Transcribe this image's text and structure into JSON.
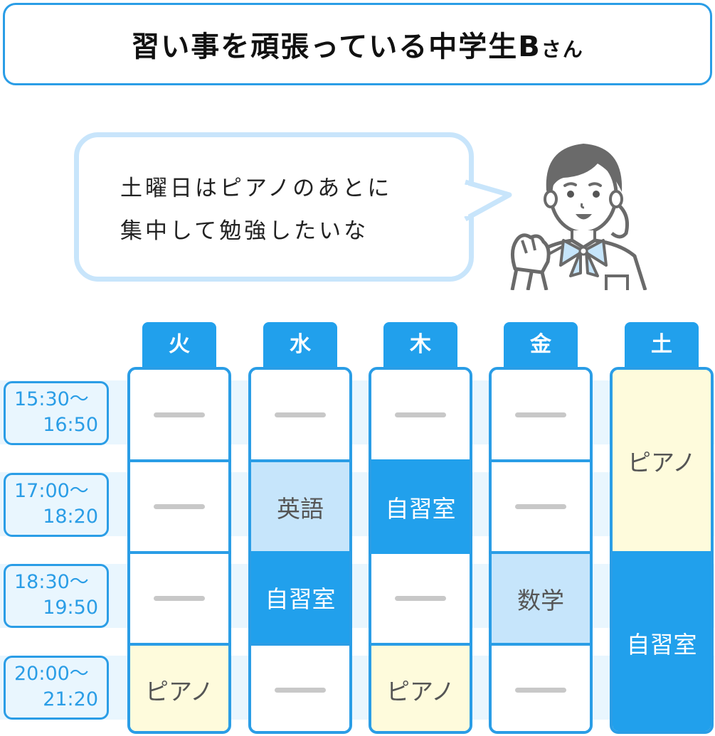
{
  "title": {
    "main": "習い事を頑張っている中学生B",
    "suffix": "さん"
  },
  "speech": {
    "line1": "土曜日はピアノのあとに",
    "line2": "集中して勉強したいな"
  },
  "character": {
    "icon": "student-girl-fist-pump-icon"
  },
  "time_slots": [
    {
      "start": "15:30〜",
      "end": "16:50"
    },
    {
      "start": "17:00〜",
      "end": "18:20"
    },
    {
      "start": "18:30〜",
      "end": "19:50"
    },
    {
      "start": "20:00〜",
      "end": "21:20"
    }
  ],
  "days": [
    {
      "label": "火",
      "cells": [
        {
          "type": "empty",
          "text": ""
        },
        {
          "type": "empty",
          "text": ""
        },
        {
          "type": "empty",
          "text": ""
        },
        {
          "type": "piano",
          "text": "ピアノ"
        }
      ]
    },
    {
      "label": "水",
      "cells": [
        {
          "type": "empty",
          "text": ""
        },
        {
          "type": "subject",
          "text": "英語"
        },
        {
          "type": "study",
          "text": "自習室"
        },
        {
          "type": "empty",
          "text": ""
        }
      ]
    },
    {
      "label": "木",
      "cells": [
        {
          "type": "empty",
          "text": ""
        },
        {
          "type": "study",
          "text": "自習室"
        },
        {
          "type": "empty",
          "text": ""
        },
        {
          "type": "piano",
          "text": "ピアノ"
        }
      ]
    },
    {
      "label": "金",
      "cells": [
        {
          "type": "empty",
          "text": ""
        },
        {
          "type": "empty",
          "text": ""
        },
        {
          "type": "subject",
          "text": "数学"
        },
        {
          "type": "empty",
          "text": ""
        }
      ]
    },
    {
      "label": "土",
      "cells": [
        {
          "type": "piano",
          "text": "ピアノ",
          "span": 2
        },
        {
          "type": "study",
          "text": "自習室",
          "span": 2
        }
      ]
    }
  ],
  "colors": {
    "accent_blue": "#21a0ec",
    "border_blue": "#2a9de6",
    "light_blue": "#c6e5fb",
    "stripe_blue": "#e9f6fe",
    "piano_yellow": "#fefbdc",
    "dash_gray": "#c8c8c8"
  }
}
